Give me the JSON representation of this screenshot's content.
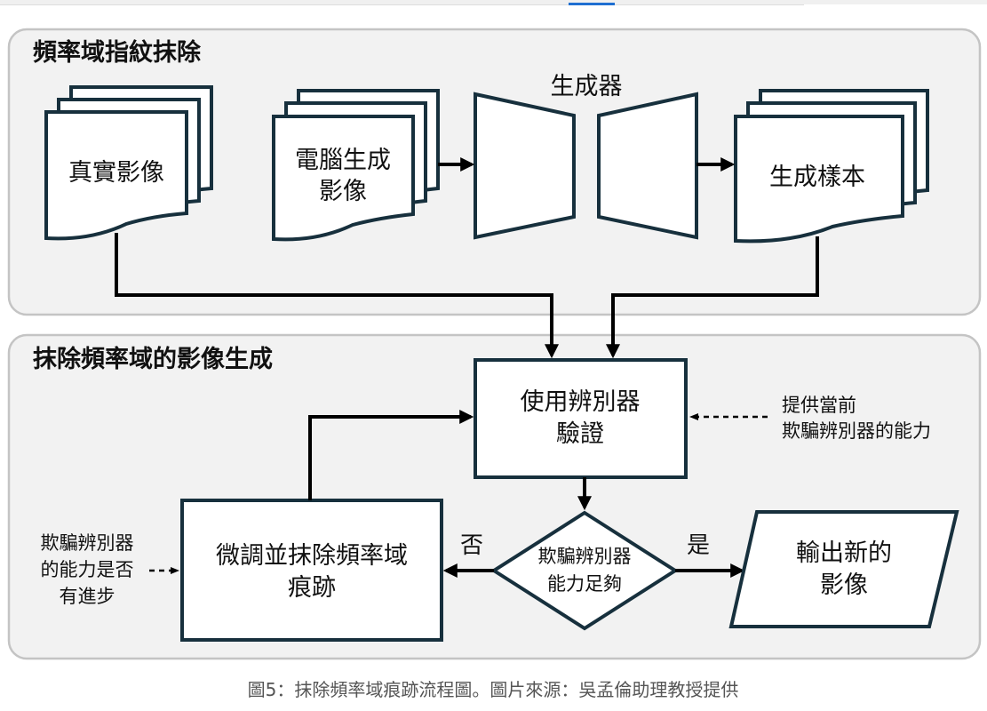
{
  "panels": {
    "top_title": "頻率域指紋抹除",
    "bottom_title": "抹除頻率域的影像生成"
  },
  "nodes": {
    "real_images": "真實影像",
    "computer_generated_line1": "電腦生成",
    "computer_generated_line2": "影像",
    "generator_label": "生成器",
    "generated_samples": "生成樣本",
    "verify_line1": "使用辨別器",
    "verify_line2": "驗證",
    "finetune_line1": "微調並抹除頻率域",
    "finetune_line2": "痕跡",
    "decision_line1": "欺騙辨別器",
    "decision_line2": "能力足夠",
    "output_line1": "輸出新的",
    "output_line2": "影像"
  },
  "notes": {
    "right_line1": "提供當前",
    "right_line2": "欺騙辨別器的能力",
    "left_line1": "欺騙辨別器",
    "left_line2": "的能力是否",
    "left_line3": "有進步"
  },
  "edge_labels": {
    "no": "否",
    "yes": "是"
  },
  "caption": "圖5：抹除頻率域痕跡流程圖。圖片來源：吳孟倫助理教授提供",
  "colors": {
    "node_stroke": "#17303d",
    "panel_fill": "#f2f2f2",
    "top_bar_accent": "#1f6fd1"
  }
}
